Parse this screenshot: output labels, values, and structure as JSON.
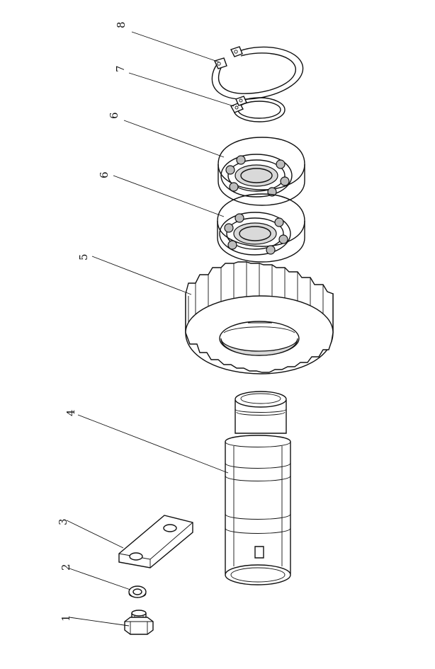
{
  "callouts": [
    {
      "id": "bolt",
      "number": "1"
    },
    {
      "id": "washer",
      "number": "2"
    },
    {
      "id": "lock-plate",
      "number": "3"
    },
    {
      "id": "shaft",
      "number": "4"
    },
    {
      "id": "gear",
      "number": "5"
    },
    {
      "id": "bearing-lower",
      "number": "6"
    },
    {
      "id": "bearing-upper",
      "number": "6"
    },
    {
      "id": "small-snap-ring",
      "number": "7"
    },
    {
      "id": "large-snap-ring",
      "number": "8"
    }
  ]
}
